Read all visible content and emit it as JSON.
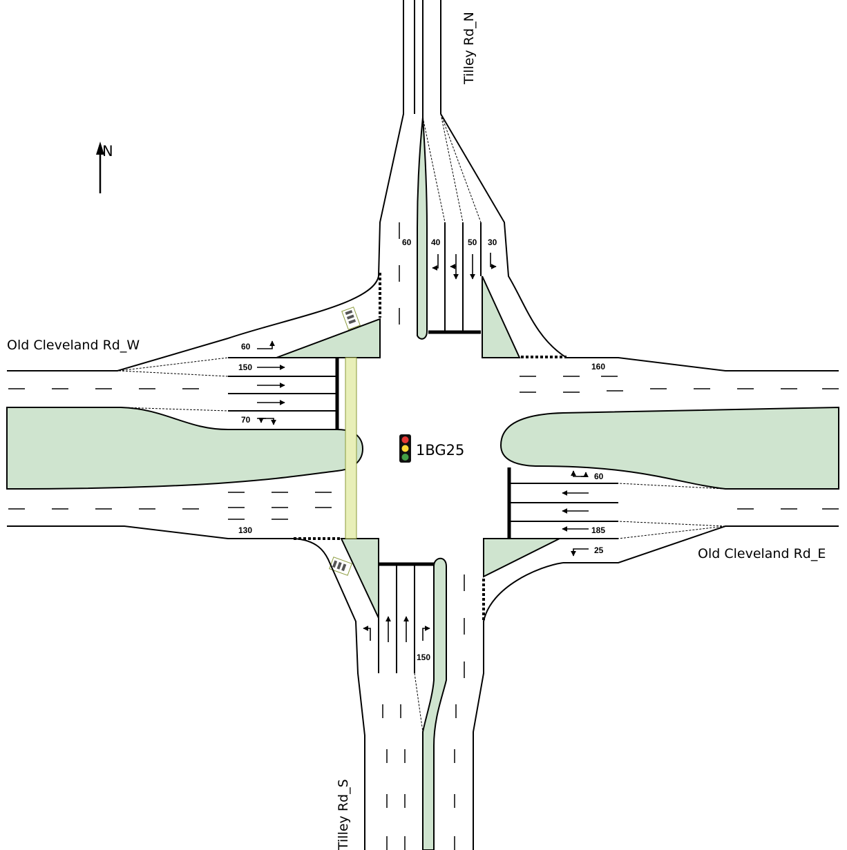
{
  "roads": {
    "north": "Tilley Rd_N",
    "south": "Tilley Rd_S",
    "west": "Old Cleveland Rd_W",
    "east": "Old Cleveland Rd_E"
  },
  "north_arrow": {
    "label": "N"
  },
  "signal": {
    "id": "1BG25",
    "colors": {
      "red": "#e53935",
      "amber": "#fdd835",
      "green": "#43a047"
    }
  },
  "colors": {
    "median": "#cfe4cf",
    "pedestrian_path": "#e8efb8",
    "line": "#000000"
  },
  "lane_lengths": {
    "north_approach": [
      "60",
      "40",
      "50",
      "30"
    ],
    "north_exit": "160",
    "west_approach": [
      "60",
      "150",
      "70"
    ],
    "west_exit": "130",
    "east_approach": [
      "60",
      "185",
      "25"
    ],
    "south_approach": [
      "150"
    ]
  }
}
